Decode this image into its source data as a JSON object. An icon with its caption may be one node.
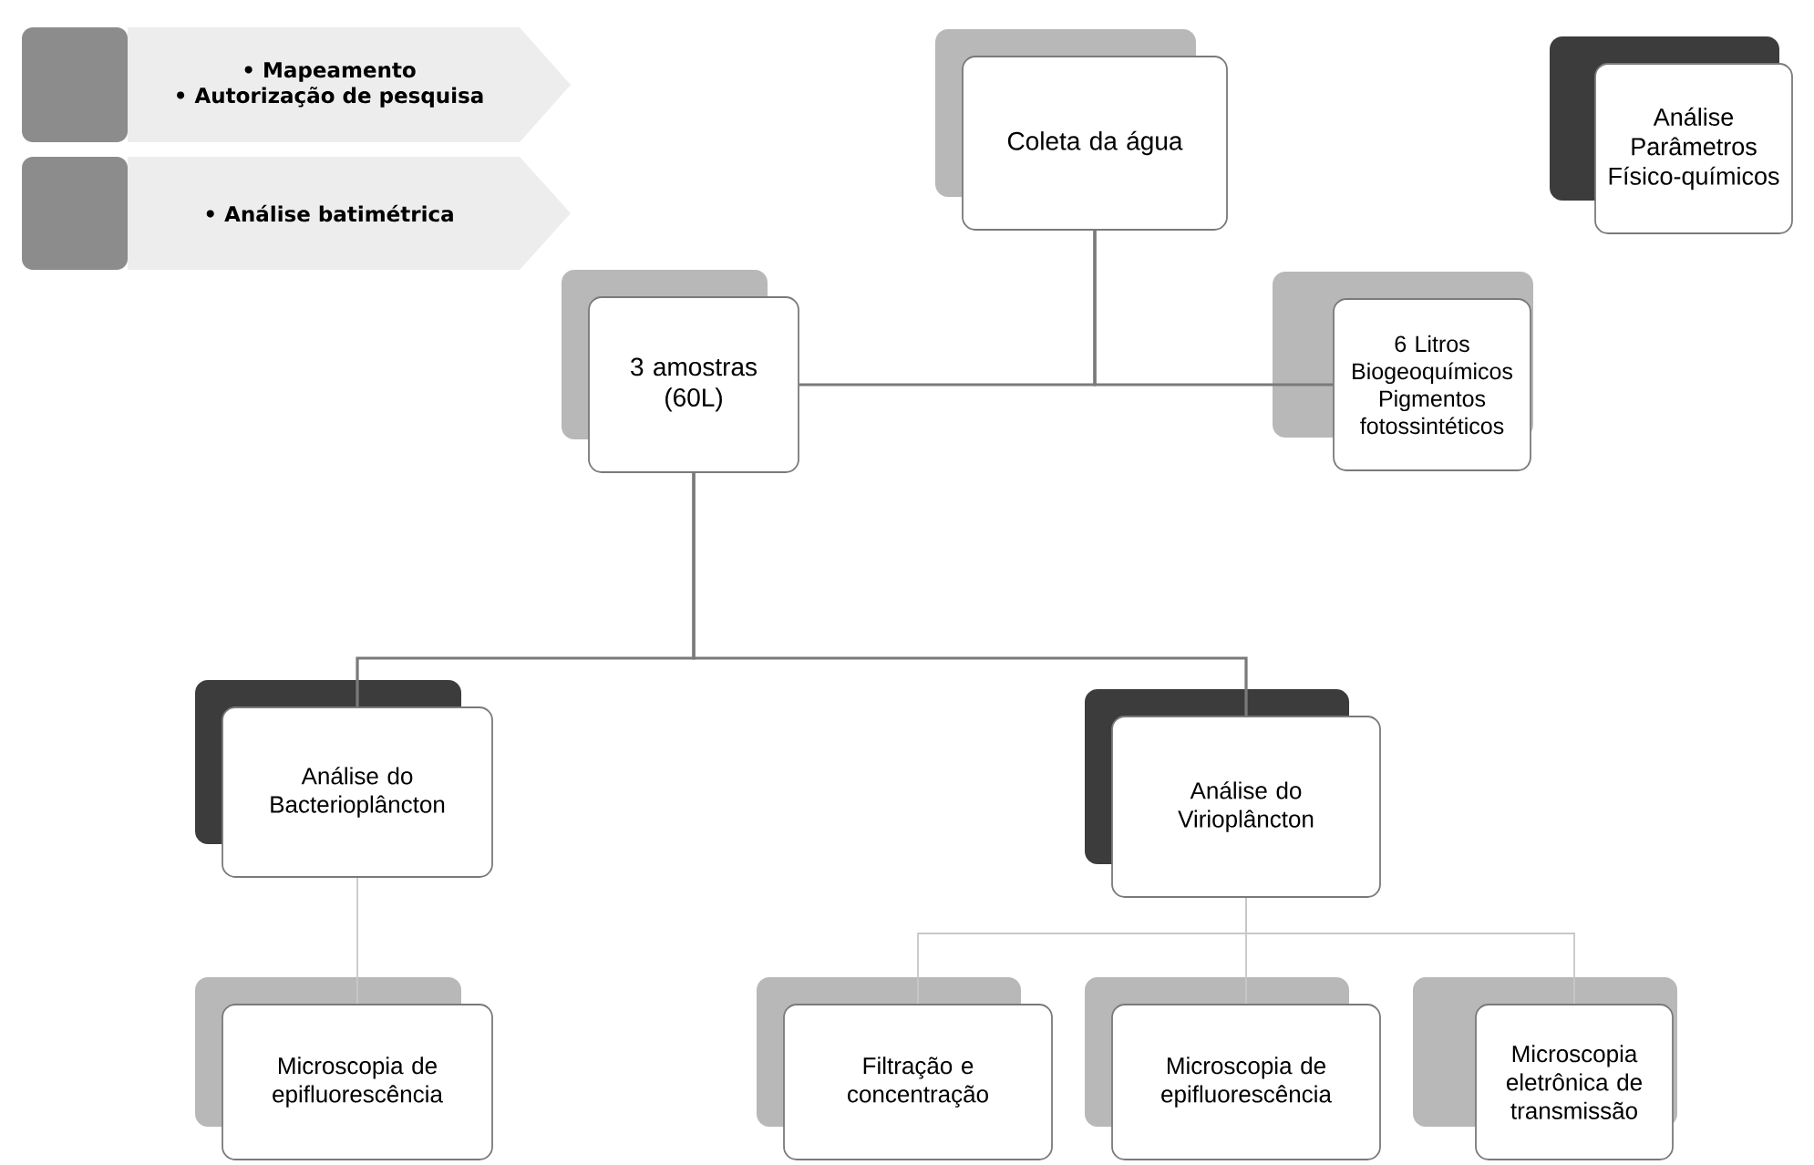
{
  "diagram": {
    "nodes": [
      {
        "text": [
          "• Mapeamento",
          "• Autorização de pesquisa"
        ]
      },
      {
        "text": [
          "• Análise batimétrica"
        ]
      },
      {
        "text": [
          "Coleta da água"
        ]
      },
      {
        "text": [
          "Análise Parâmetros Físico-químicos"
        ]
      },
      {
        "text": [
          "3 amostras (60L)"
        ]
      },
      {
        "text": [
          "6 Litros Biogeoquímicos Pigmentos fotossintéticos"
        ]
      },
      {
        "text": [
          "Análise do Bacterioplâncton"
        ]
      },
      {
        "text": [
          "Análise do Virioplâncton"
        ]
      },
      {
        "text": [
          "Microscopia de epifluorescência"
        ]
      },
      {
        "text": [
          "Filtração e concentração"
        ]
      },
      {
        "text": [
          "Microscopia de epifluorescência"
        ]
      },
      {
        "text": [
          "Microscopia eletrônica de transmissão"
        ]
      }
    ],
    "edges": [
      {
        "from": 2,
        "to": 4,
        "arrow": "none"
      },
      {
        "from": 2,
        "to": 5,
        "arrow": "none"
      },
      {
        "from": 4,
        "to": 6,
        "arrow": "none"
      },
      {
        "from": 4,
        "to": 7,
        "arrow": "none"
      },
      {
        "from": 6,
        "to": 8,
        "arrow": "none",
        "color": "#c8c8c8"
      },
      {
        "from": 7,
        "to": 9,
        "arrow": "none",
        "color": "#c8c8c8"
      },
      {
        "from": 7,
        "to": 10,
        "arrow": "none",
        "color": "#c8c8c8"
      },
      {
        "from": 7,
        "to": 11,
        "arrow": "none",
        "color": "#c8c8c8"
      }
    ]
  }
}
